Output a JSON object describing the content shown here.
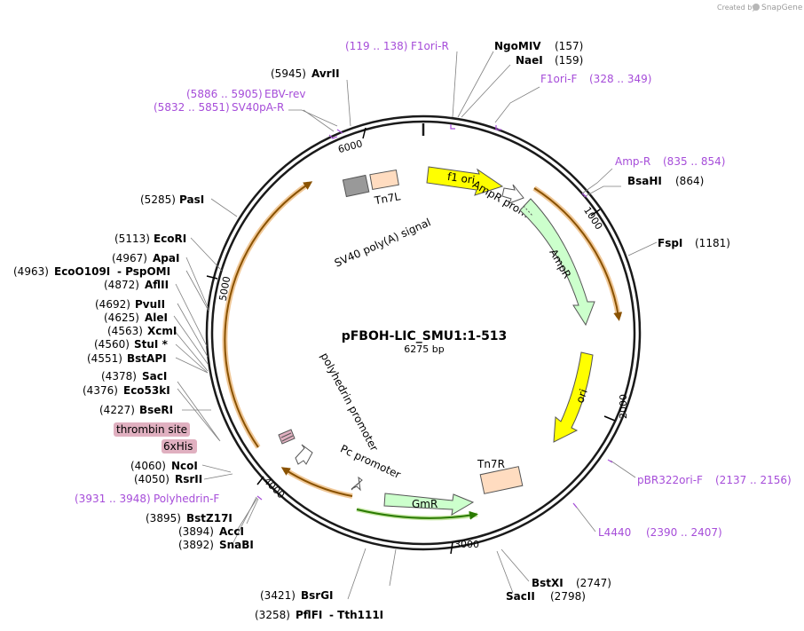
{
  "watermark": {
    "prefix": "Created by",
    "brand": "SnapGene"
  },
  "plasmid": {
    "name": "pFBOH-LIC_SMU1:1-513",
    "size": "6275 bp"
  },
  "ticks": [
    "1000",
    "2000",
    "3000",
    "4000",
    "5000",
    "6000"
  ],
  "features": {
    "f1_ori": "f1 ori",
    "ampr_promoter": "AmpR promoter",
    "ampr": "AmpR",
    "ori": "ori",
    "tn7r": "Tn7R",
    "gmr": "GmR",
    "pc_promoter": "Pc promoter",
    "polyhedrin_promoter": "polyhedrin promoter",
    "tn7l": "Tn7L",
    "sv40": "SV40 poly(A) signal",
    "thrombin_site": "thrombin site",
    "his_tag": "6xHis"
  },
  "enzymes": {
    "ngomiv": {
      "name": "NgoMIV",
      "pos": "(157)"
    },
    "naei": {
      "name": "NaeI",
      "pos": "(159)"
    },
    "avrii": {
      "name": "AvrII",
      "pos": "(5945)"
    },
    "bsahi": {
      "name": "BsaHI",
      "pos": "(864)"
    },
    "fspi": {
      "name": "FspI",
      "pos": "(1181)"
    },
    "pasi": {
      "name": "PasI",
      "pos": "(5285)"
    },
    "ecori": {
      "name": "EcoRI",
      "pos": "(5113)"
    },
    "apai": {
      "name": "ApaI",
      "pos": "(4967)"
    },
    "ecoo109i": {
      "name": "EcoO109I",
      "pos": "(4963)",
      "suffix": "- PspOMI"
    },
    "aflii": {
      "name": "AflII",
      "pos": "(4872)"
    },
    "pvuii": {
      "name": "PvuII",
      "pos": "(4692)"
    },
    "alei": {
      "name": "AleI",
      "pos": "(4625)"
    },
    "xcmi": {
      "name": "XcmI",
      "pos": "(4563)"
    },
    "stui": {
      "name": "StuI *",
      "pos": "(4560)"
    },
    "bstapi": {
      "name": "BstAPI",
      "pos": "(4551)"
    },
    "saci": {
      "name": "SacI",
      "pos": "(4378)"
    },
    "eco53ki": {
      "name": "Eco53kI",
      "pos": "(4376)"
    },
    "bseri": {
      "name": "BseRI",
      "pos": "(4227)"
    },
    "ncoi": {
      "name": "NcoI",
      "pos": "(4060)"
    },
    "rsrii": {
      "name": "RsrII",
      "pos": "(4050)"
    },
    "bstz17i": {
      "name": "BstZ17I",
      "pos": "(3895)"
    },
    "acci": {
      "name": "AccI",
      "pos": "(3894)"
    },
    "snabi": {
      "name": "SnaBI",
      "pos": "(3892)"
    },
    "bsrgi": {
      "name": "BsrGI",
      "pos": "(3421)"
    },
    "pflfi": {
      "name": "PflFI",
      "pos": "(3258)",
      "suffix": "- Tth111I"
    },
    "bstxi": {
      "name": "BstXI",
      "pos": "(2747)"
    },
    "sacii": {
      "name": "SacII",
      "pos": "(2798)"
    }
  },
  "primers": {
    "f1ori_r": {
      "range": "(119 .. 138)",
      "name": "F1ori-R"
    },
    "f1ori_f": {
      "name": "F1ori-F",
      "range": "(328 .. 349)"
    },
    "ebv_rev": {
      "range": "(5886 .. 5905)",
      "name": "EBV-rev"
    },
    "sv40pa_r": {
      "range": "(5832 .. 5851)",
      "name": "SV40pA-R"
    },
    "amp_r": {
      "name": "Amp-R",
      "range": "(835 .. 854)"
    },
    "pbr322ori_f": {
      "name": "pBR322ori-F",
      "range": "(2137 .. 2156)"
    },
    "l4440": {
      "name": "L4440",
      "range": "(2390 .. 2407)"
    },
    "polyhedrin_f": {
      "range": "(3931 .. 3948)",
      "name": "Polyhedrin-F"
    }
  },
  "colors": {
    "backbone": "#1a1a1a",
    "ori": "#ffff00",
    "resistance": "#ccffcc",
    "promoter": "#ffffff",
    "terminator": "#999999",
    "tn7": "#ffdcc0",
    "primer": "#a64dd9",
    "orf_arrow": "#c87a00",
    "tag": "#e0b0c0"
  }
}
